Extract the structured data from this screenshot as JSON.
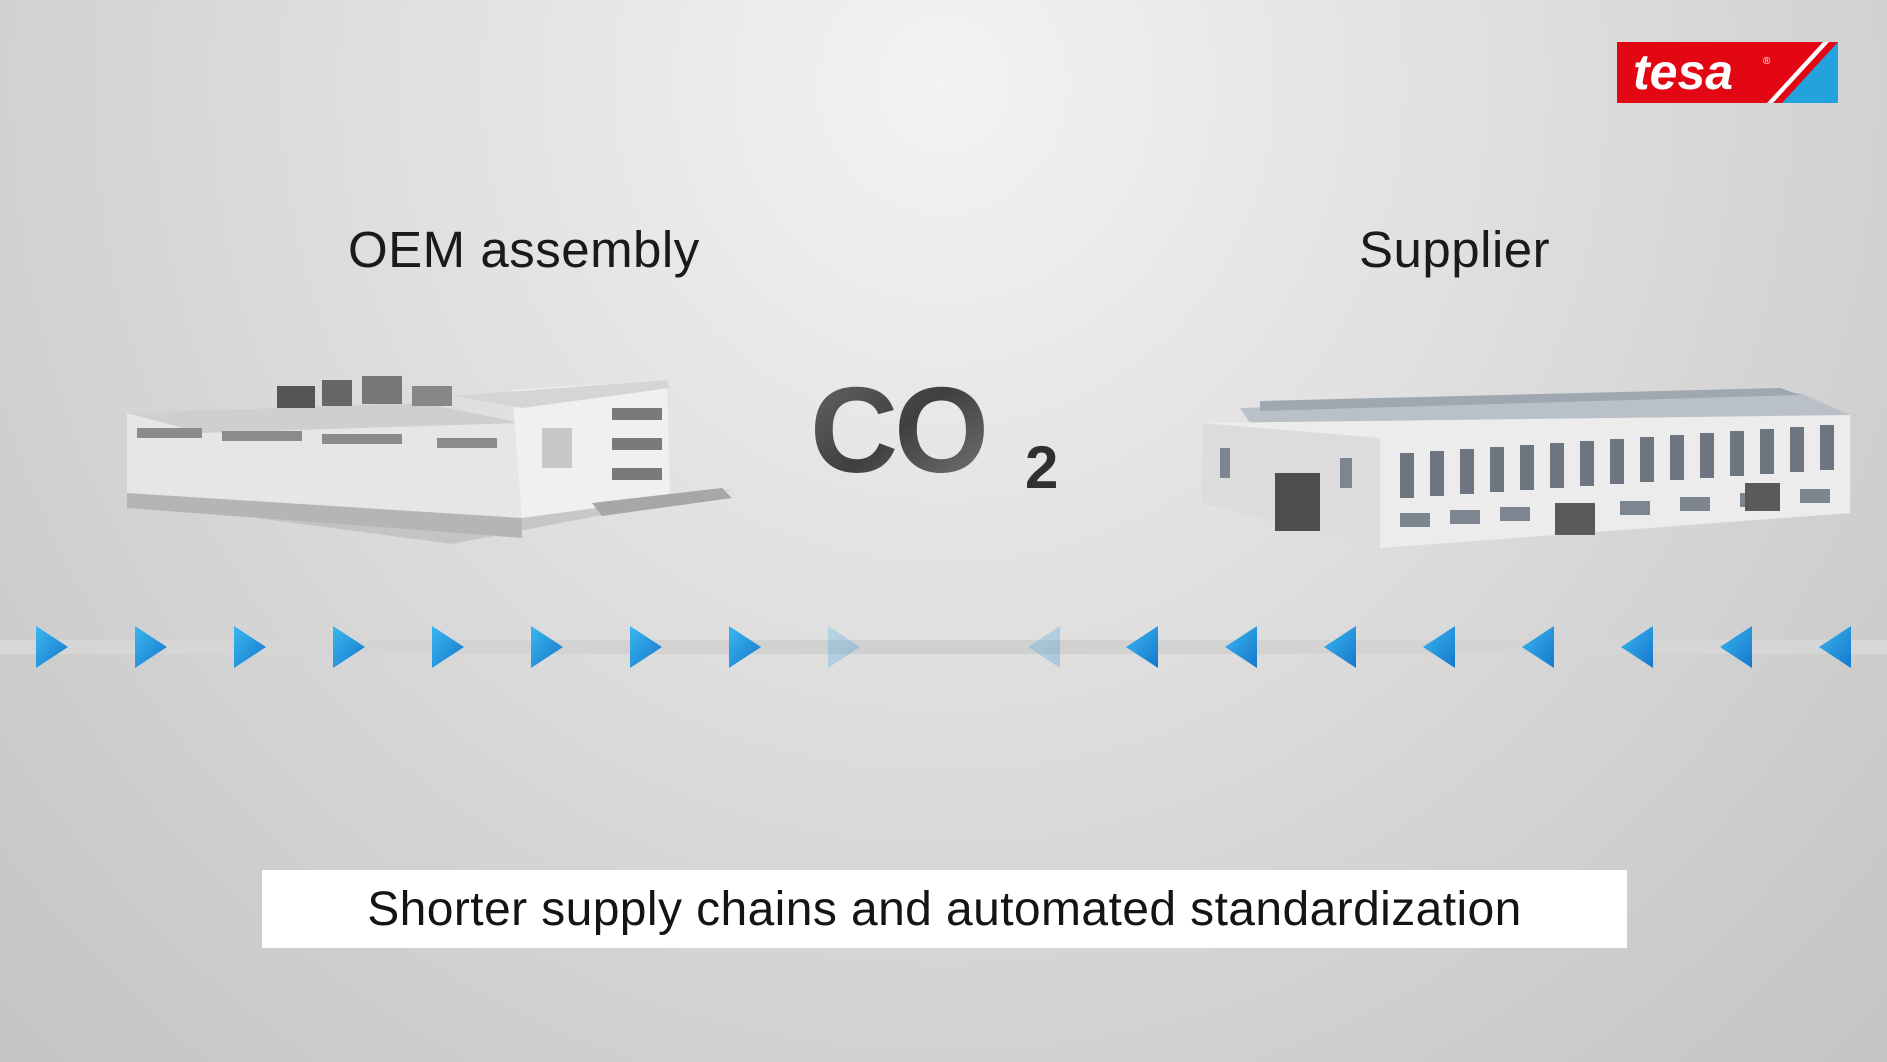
{
  "brand": {
    "logo_text": "tesa",
    "logo_color": "#e30613",
    "logo_accent": "#22a3dd"
  },
  "scene": {
    "left_label": "OEM assembly",
    "right_label": "Supplier",
    "center_label": "CO2",
    "arrow_color": "#1f9ae0"
  },
  "caption": {
    "text": "Shorter supply chains and automated standardization"
  }
}
